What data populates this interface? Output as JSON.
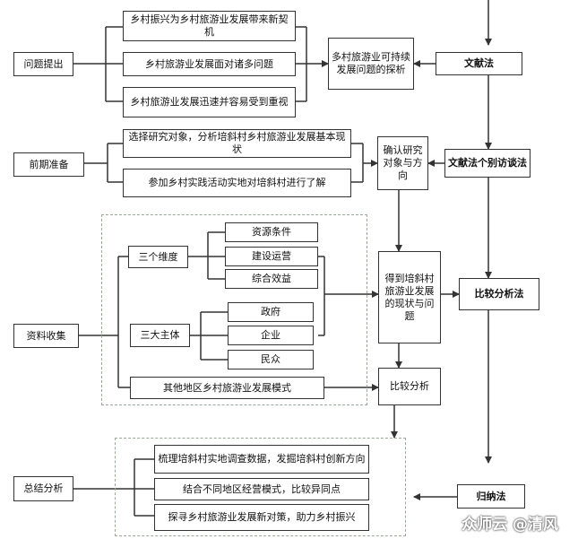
{
  "stages": {
    "problem": "问题提出",
    "prep": "前期准备",
    "collect": "资料收集",
    "summary": "总结分析"
  },
  "problem_items": [
    "乡村振兴为乡村旅游业发展带来新契机",
    "乡村旅游业发展面对诸多问题",
    "乡村旅游业发展迅速并容易受到重视"
  ],
  "problem_result": "多村旅游业可持续发展问题的探析",
  "methods": {
    "literature": "文献法",
    "literature_interview": "文献法个别访谈法",
    "comparison": "比较分析法",
    "induction": "归纳法"
  },
  "prep_items": [
    "选择研究对象，分析培斜村乡村旅游业发展基本现状",
    "参加乡村实践活动实地对培斜村进行了解"
  ],
  "prep_result": "确认研究对象与方向",
  "collect": {
    "dim_label": "三个维度",
    "dims": [
      "资源条件",
      "建设运营",
      "综合效益"
    ],
    "subj_label": "三大主体",
    "subjects": [
      "政府",
      "企业",
      "民众"
    ],
    "other": "其他地区乡村旅游业发展模式",
    "result": "得到培斜村旅游业发展的现状与问题",
    "compare": "比较分析"
  },
  "summary_items": [
    "梳理培斜村实地调查数据，发掘培斜村创新方向",
    "结合不同地区经营模式，比较异同点",
    "探寻乡村旅游业发展新对策，助力乡村振兴"
  ],
  "watermark": "众师云 @清风"
}
